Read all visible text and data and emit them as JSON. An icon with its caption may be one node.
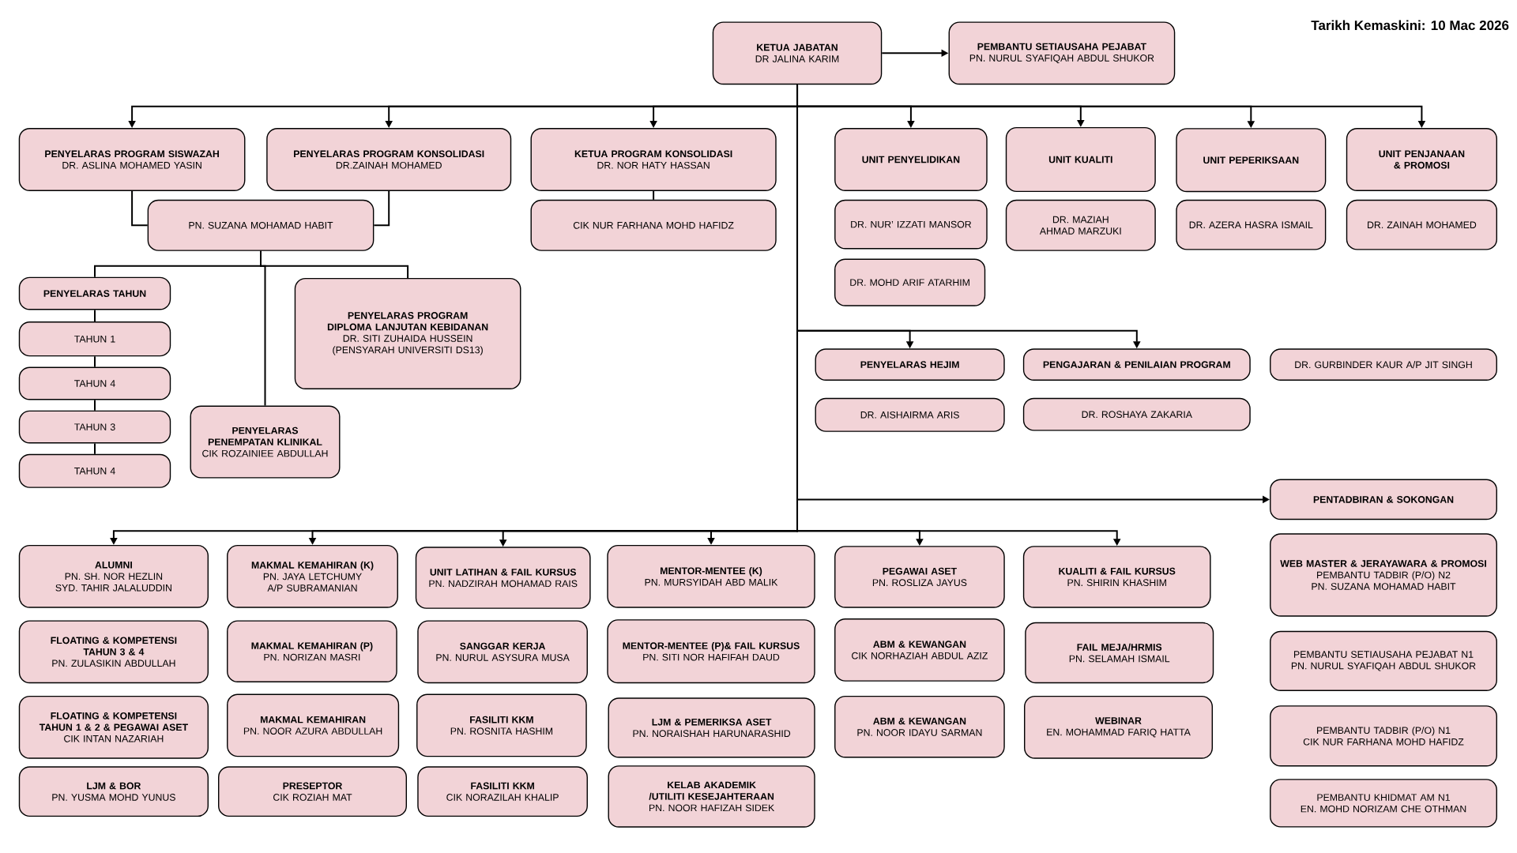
{
  "diagram": {
    "nodes": [
      {
        "text": [
          "KETUA JABATAN",
          "DR JALINA KARIM"
        ]
      },
      {
        "text": [
          "PEMBANTU SETIAUSAHA PEJABAT",
          "PN. NURUL SYAFIQAH ABDUL SHUKOR"
        ]
      },
      {
        "text": [
          "PENYELARAS PROGRAM SISWAZAH",
          "DR. ASLINA MOHAMED YASIN"
        ]
      },
      {
        "text": [
          "PENYELARAS PROGRAM KONSOLIDASI",
          "DR.ZAINAH MOHAMED"
        ]
      },
      {
        "text": [
          "PN. SUZANA MOHAMAD HABIT"
        ]
      },
      {
        "text": [
          "KETUA PROGRAM KONSOLIDASI",
          "DR. NOR HATY HASSAN"
        ]
      },
      {
        "text": [
          "CIK NUR FARHANA MOHD HAFIDZ"
        ]
      },
      {
        "text": [
          "UNIT PENYELIDIKAN"
        ]
      },
      {
        "text": [
          "DR.  NUR’ IZZATI MANSOR"
        ]
      },
      {
        "text": [
          "DR.  MOHD ARIF ATARHIM"
        ]
      },
      {
        "text": [
          "UNIT KUALITI"
        ]
      },
      {
        "text": [
          "DR. MAZIAH AHMAD MARZUKI"
        ]
      },
      {
        "text": [
          "UNIT PEPERIKSAAN"
        ]
      },
      {
        "text": [
          "DR. AZERA HASRA ISMAIL"
        ]
      },
      {
        "text": [
          "UNIT PENJANAAN & PROMOSI"
        ]
      },
      {
        "text": [
          "DR. ZAINAH MOHAMED"
        ]
      },
      {
        "text": [
          "PENYELARAS TAHUN"
        ]
      },
      {
        "text": [
          "TAHUN 1"
        ]
      },
      {
        "text": [
          "TAHUN 4"
        ]
      },
      {
        "text": [
          "TAHUN 3"
        ]
      },
      {
        "text": [
          "TAHUN 4"
        ]
      },
      {
        "text": [
          "PENYELARAS PROGRAM DIPLOMA LANJUTAN KEBIDANAN",
          "DR. SITI ZUHAIDA HUSSEIN",
          "(PENSYARAH UNIVERSITI DS13)"
        ]
      },
      {
        "text": [
          "PENYELARAS PENEMPATAN KLINIKAL",
          "CIK ROZAINIEE ABDULLAH"
        ]
      },
      {
        "text": [
          "PENYELARAS HEJIM"
        ]
      },
      {
        "text": [
          "PENGAJARAN & PENILAIAN PROGRAM"
        ]
      },
      {
        "text": [
          "DR.  GURBINDER KAUR A/P JIT SINGH"
        ]
      },
      {
        "text": [
          "DR.  AISHAIRMA ARIS"
        ]
      },
      {
        "text": [
          "DR.  ROSHAYA ZAKARIA"
        ]
      },
      {
        "text": [
          "PENTADBIRAN & SOKONGAN"
        ]
      },
      {
        "text": [
          "WEB MASTER & JERAYAWARA & PROMOSI",
          "PEMBANTU TADBIR (P/O) N2",
          "PN. SUZANA MOHAMAD HABIT"
        ]
      },
      {
        "text": [
          "PEMBANTU SETIAUSAHA PEJABAT N1",
          "PN. NURUL SYAFIQAH ABDUL SHUKOR"
        ]
      },
      {
        "text": [
          "PEMBANTU TADBIR (P/O) N1",
          "CIK NUR FARHANA MOHD HAFIDZ"
        ]
      },
      {
        "text": [
          "PEMBANTU KHIDMAT AM N1",
          "EN. MOHD NORIZAM CHE OTHMAN"
        ]
      },
      {
        "text": [
          "ALUMNI",
          "PN. SH. NOR HEZLIN SYD. TAHIR JALALUDDIN"
        ]
      },
      {
        "text": [
          "FLOATING & KOMPETENSI TAHUN 3 & 4",
          "PN. ZULASIKIN ABDULLAH"
        ]
      },
      {
        "text": [
          "FLOATING & KOMPETENSI TAHUN 1 & 2 & PEGAWAI ASET",
          "CIK INTAN NAZARIAH"
        ]
      },
      {
        "text": [
          "LJM & BOR",
          "PN. YUSMA MOHD YUNUS"
        ]
      },
      {
        "text": [
          "MAKMAL KEMAHIRAN (K)",
          "PN. JAYA LETCHUMY A/P SUBRAMANIAN"
        ]
      },
      {
        "text": [
          "MAKMAL KEMAHIRAN (P)",
          "PN. NORIZAN MASRI"
        ]
      },
      {
        "text": [
          "MAKMAL KEMAHIRAN",
          "PN. NOOR AZURA ABDULLAH"
        ]
      },
      {
        "text": [
          "PRESEPTOR",
          "CIK ROZIAH MAT"
        ]
      },
      {
        "text": [
          "UNIT LATIHAN & FAIL KURSUS",
          "PN. NADZIRAH MOHAMAD RAIS"
        ]
      },
      {
        "text": [
          "SANGGAR KERJA",
          "PN. NURUL ASYSURA MUSA"
        ]
      },
      {
        "text": [
          "FASILITI KKM",
          "PN. ROSNITA HASHIM"
        ]
      },
      {
        "text": [
          "FASILITI KKM",
          "CIK NORAZILAH KHALIP"
        ]
      },
      {
        "text": [
          "MENTOR-MENTEE (K)",
          "PN. MURSYIDAH ABD MALIK"
        ]
      },
      {
        "text": [
          "MENTOR-MENTEE (P)& FAIL KURSUS",
          "PN. SITI NOR HAFIFAH DAUD"
        ]
      },
      {
        "text": [
          "LJM & PEMERIKSA ASET",
          "PN. NORAISHAH HARUNARASHID"
        ]
      },
      {
        "text": [
          "KELAB AKADEMIK /UTILITI KESEJAHTERAAN",
          "PN. NOOR HAFIZAH SIDEK"
        ]
      },
      {
        "text": [
          "PEGAWAI ASET",
          "PN. ROSLIZA JAYUS"
        ]
      },
      {
        "text": [
          "ABM & KEWANGAN",
          "CIK NORHAZIAH ABDUL AZIZ"
        ]
      },
      {
        "text": [
          "ABM & KEWANGAN",
          "PN. NOOR IDAYU SARMAN"
        ]
      },
      {
        "text": [
          "KUALITI & FAIL KURSUS",
          "PN. SHIRIN KHASHIM"
        ]
      },
      {
        "text": [
          "FAIL MEJA/HRMIS",
          "PN. SELAMAH ISMAIL"
        ]
      },
      {
        "text": [
          "WEBINAR",
          "EN. MOHAMMAD FARIQ HATTA"
        ]
      }
    ],
    "edges": [
      {
        "from": 0,
        "to": 1,
        "arrow": "to"
      },
      {
        "from": 0,
        "to": 2,
        "arrow": "to"
      },
      {
        "from": 0,
        "to": 3,
        "arrow": "to"
      },
      {
        "from": 0,
        "to": 5,
        "arrow": "to"
      },
      {
        "from": 0,
        "to": 7,
        "arrow": "to"
      },
      {
        "from": 0,
        "to": 10,
        "arrow": "to"
      },
      {
        "from": 0,
        "to": 12,
        "arrow": "to"
      },
      {
        "from": 0,
        "to": 14,
        "arrow": "to"
      },
      {
        "from": 2,
        "to": 4,
        "arrow": "none"
      },
      {
        "from": 3,
        "to": 4,
        "arrow": "none"
      },
      {
        "from": 5,
        "to": 6,
        "arrow": "none"
      },
      {
        "from": 4,
        "to": 16,
        "arrow": "none"
      },
      {
        "from": 4,
        "to": 22,
        "arrow": "none"
      },
      {
        "from": 4,
        "to": 21,
        "arrow": "none"
      },
      {
        "from": 16,
        "to": 17,
        "arrow": "none"
      },
      {
        "from": 17,
        "to": 18,
        "arrow": "none"
      },
      {
        "from": 18,
        "to": 19,
        "arrow": "none"
      },
      {
        "from": 19,
        "to": 20,
        "arrow": "none"
      },
      {
        "from": 0,
        "to": 23,
        "arrow": "to"
      },
      {
        "from": 0,
        "to": 24,
        "arrow": "to"
      },
      {
        "from": 0,
        "to": 28,
        "arrow": "to"
      },
      {
        "from": 0,
        "to": 33,
        "arrow": "to"
      },
      {
        "from": 0,
        "to": 37,
        "arrow": "to"
      },
      {
        "from": 0,
        "to": 41,
        "arrow": "to"
      },
      {
        "from": 0,
        "to": 45,
        "arrow": "to"
      },
      {
        "from": 0,
        "to": 49,
        "arrow": "to"
      },
      {
        "from": 0,
        "to": 52,
        "arrow": "to"
      }
    ],
    "labels": [
      "Tarikh Kemaskini: 10 Mac 2026"
    ]
  }
}
